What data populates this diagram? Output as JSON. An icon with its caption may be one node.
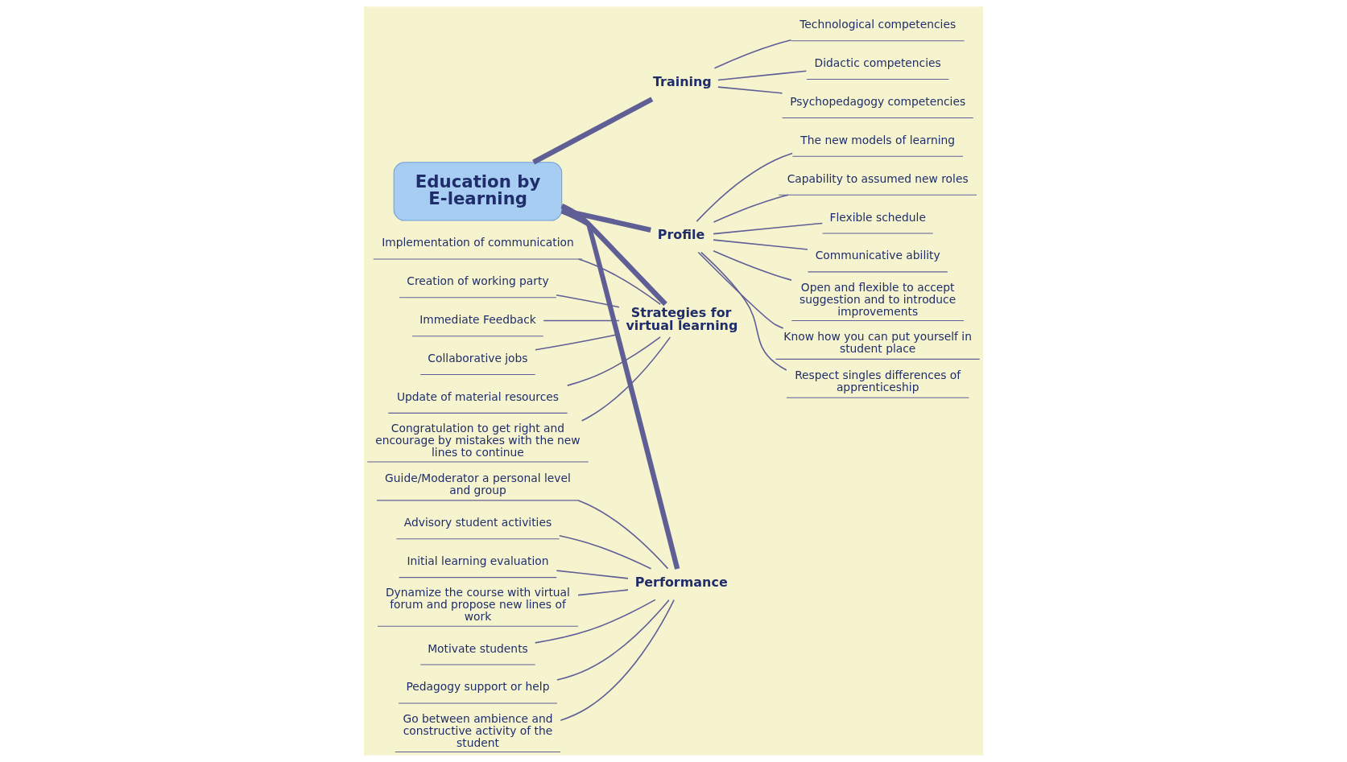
{
  "diagram": {
    "nodes": [
      {
        "text": [
          "Education by E-learning"
        ]
      },
      {
        "text": [
          "Strategies for virtual learning"
        ]
      },
      {
        "text": [
          "Implementation of communication"
        ]
      },
      {
        "text": [
          "Creation of working party"
        ]
      },
      {
        "text": [
          "Immediate Feedback"
        ]
      },
      {
        "text": [
          "Collaborative jobs"
        ]
      },
      {
        "text": [
          "Update of material resources"
        ]
      },
      {
        "text": [
          "Congratulation to get right and encourage by mistakes with the new lines to continue"
        ]
      },
      {
        "text": [
          "Training"
        ]
      },
      {
        "text": [
          "Technological competencies"
        ]
      },
      {
        "text": [
          "Didactic competencies"
        ]
      },
      {
        "text": [
          "Psychopedagogy competencies"
        ]
      },
      {
        "text": [
          "Performance"
        ]
      },
      {
        "text": [
          "Guide/Moderator a personal level and group"
        ]
      },
      {
        "text": [
          "Advisory student activities"
        ]
      },
      {
        "text": [
          "Initial learning evaluation"
        ]
      },
      {
        "text": [
          "Dynamize the course with virtual forum and propose new lines of work"
        ]
      },
      {
        "text": [
          "Motivate students"
        ]
      },
      {
        "text": [
          "Pedagogy support or help"
        ]
      },
      {
        "text": [
          "Go between ambience and constructive activity of the student"
        ]
      },
      {
        "text": [
          "Profile"
        ]
      },
      {
        "text": [
          "Flexible schedule"
        ]
      },
      {
        "text": [
          "Communicative ability"
        ]
      },
      {
        "text": [
          "Open and flexible to accept suggestion and to introduce improvements"
        ]
      },
      {
        "text": [
          "Know how you can put yourself in student place"
        ]
      },
      {
        "text": [
          "Respect singles differences of apprenticeship"
        ]
      },
      {
        "text": [
          "The new models of learning"
        ]
      },
      {
        "text": [
          "Capability to assumed new roles"
        ]
      }
    ],
    "edges": [
      {
        "from": 0,
        "to": 1,
        "arrow": "none",
        "style": "thick"
      },
      {
        "from": 1,
        "to": 2,
        "arrow": "none"
      },
      {
        "from": 1,
        "to": 3,
        "arrow": "none"
      },
      {
        "from": 1,
        "to": 4,
        "arrow": "none"
      },
      {
        "from": 1,
        "to": 5,
        "arrow": "none"
      },
      {
        "from": 1,
        "to": 6,
        "arrow": "none"
      },
      {
        "from": 1,
        "to": 7,
        "arrow": "none"
      },
      {
        "from": 0,
        "to": 8,
        "arrow": "none",
        "style": "thick"
      },
      {
        "from": 8,
        "to": 9,
        "arrow": "none"
      },
      {
        "from": 8,
        "to": 10,
        "arrow": "none"
      },
      {
        "from": 8,
        "to": 11,
        "arrow": "none"
      },
      {
        "from": 0,
        "to": 12,
        "arrow": "none",
        "style": "thick"
      },
      {
        "from": 12,
        "to": 13,
        "arrow": "none"
      },
      {
        "from": 12,
        "to": 14,
        "arrow": "none"
      },
      {
        "from": 12,
        "to": 15,
        "arrow": "none"
      },
      {
        "from": 12,
        "to": 16,
        "arrow": "none"
      },
      {
        "from": 12,
        "to": 17,
        "arrow": "none"
      },
      {
        "from": 12,
        "to": 18,
        "arrow": "none"
      },
      {
        "from": 12,
        "to": 19,
        "arrow": "none"
      },
      {
        "from": 0,
        "to": 20,
        "arrow": "none",
        "style": "thick"
      },
      {
        "from": 20,
        "to": 21,
        "arrow": "none"
      },
      {
        "from": 20,
        "to": 22,
        "arrow": "none"
      },
      {
        "from": 20,
        "to": 23,
        "arrow": "none"
      },
      {
        "from": 20,
        "to": 24,
        "arrow": "none"
      },
      {
        "from": 20,
        "to": 25,
        "arrow": "none"
      },
      {
        "from": 20,
        "to": 26,
        "arrow": "none"
      },
      {
        "from": 20,
        "to": 27,
        "arrow": "none"
      }
    ]
  }
}
